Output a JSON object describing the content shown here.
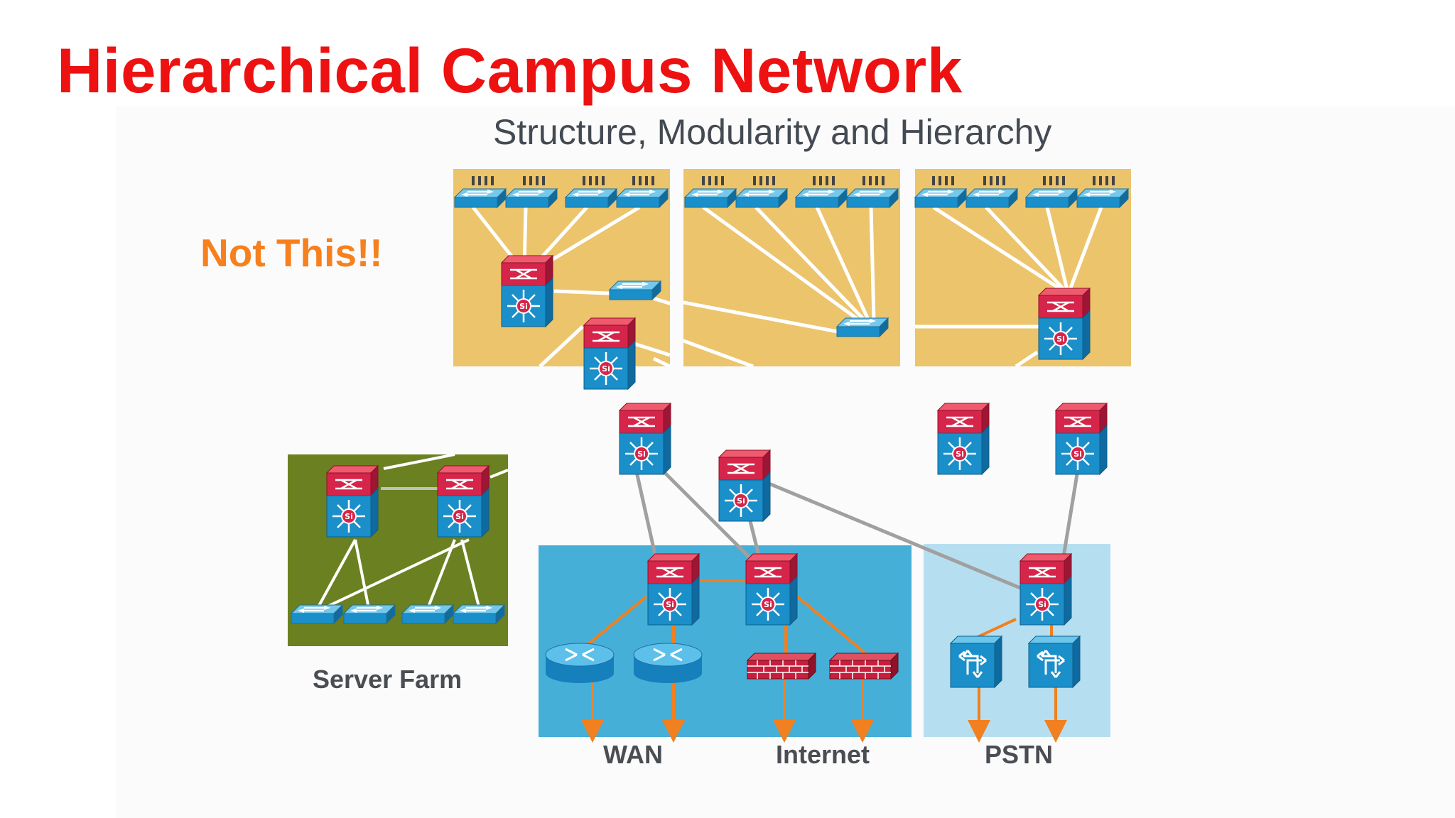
{
  "title": "Hierarchical Campus Network",
  "subtitle": "Structure, Modularity and Hierarchy",
  "callout": "Not This!!",
  "blocks": {
    "server_farm": "Server Farm",
    "wan": "WAN",
    "internet": "Internet",
    "pstn": "PSTN"
  },
  "colors": {
    "title": "#ee1111",
    "callout": "#f7801e",
    "building": "#ecc46c",
    "server_farm": "#6b8020",
    "edge": "#45afd8",
    "pstn": "#b5dff0",
    "switch_top": "#d6254a",
    "switch_body": "#1a8fc9",
    "link": "#a0a0a0",
    "orange_link": "#f08020"
  },
  "icons": {
    "si_label": "Si"
  }
}
